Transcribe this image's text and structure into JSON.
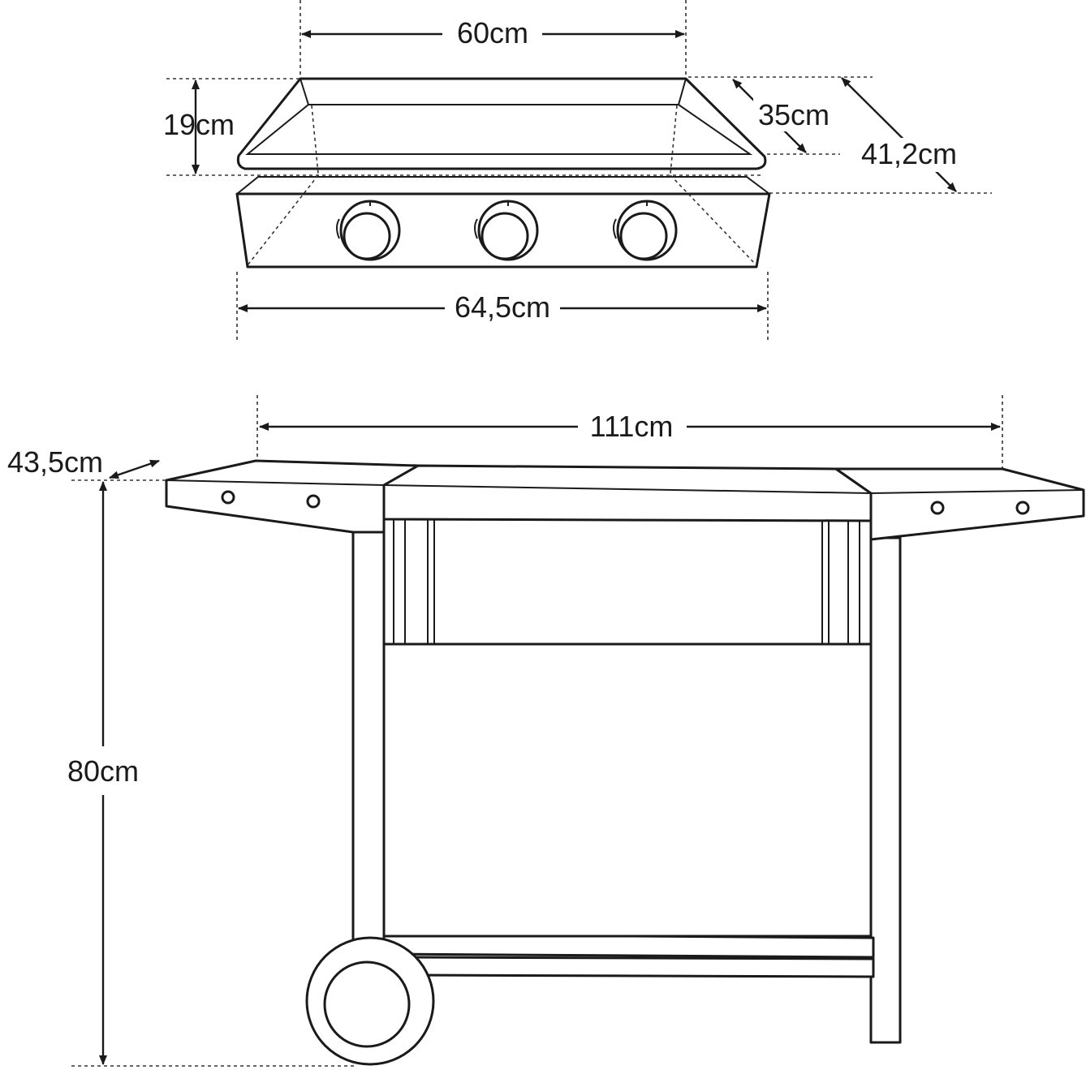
{
  "colors": {
    "line": "#1a1a1a",
    "background": "#ffffff"
  },
  "top_view": {
    "dim_plate_width": "60cm",
    "dim_plate_height": "19cm",
    "dim_plate_depth": "35cm",
    "dim_total_depth": "41,2cm",
    "dim_body_width": "64,5cm",
    "knob_count": 3
  },
  "trolley_view": {
    "dim_total_width": "111cm",
    "dim_shelf_depth": "43,5cm",
    "dim_total_height": "80cm"
  }
}
